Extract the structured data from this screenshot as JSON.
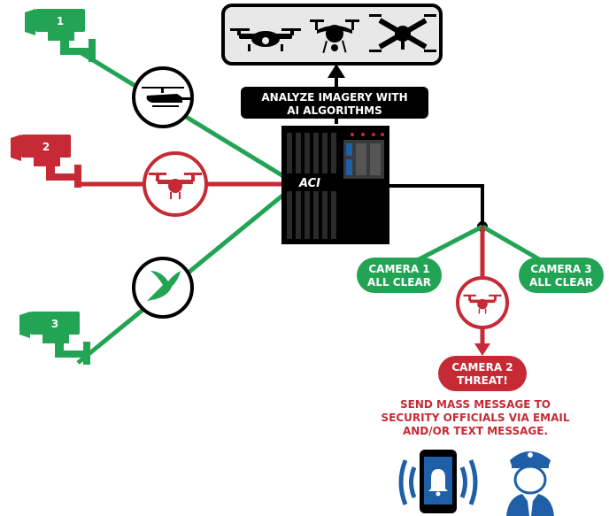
{
  "colors": {
    "green": "#22a454",
    "red": "#c52a35",
    "black": "#000000",
    "panel": "#e8e8e8",
    "server_accent": "#1e5fa8",
    "white": "#ffffff"
  },
  "cameras": [
    {
      "number": "1",
      "color": "green",
      "icon": "security-camera-icon",
      "detected": "helicopter-icon"
    },
    {
      "number": "2",
      "color": "red",
      "icon": "security-camera-icon",
      "detected": "drone-icon"
    },
    {
      "number": "3",
      "color": "green",
      "icon": "security-camera-icon",
      "detected": "bird-icon"
    }
  ],
  "drone_panel": {
    "icons": [
      "drone-icon",
      "drone-icon",
      "drone-icon"
    ]
  },
  "analyze_label": {
    "line1": "ANALYZE IMAGERY WITH",
    "line2": "AI ALGORITHMS"
  },
  "server": {
    "logo": "ACI"
  },
  "results": {
    "camera1": {
      "line1": "CAMERA 1",
      "line2": "ALL CLEAR"
    },
    "camera2": {
      "line1": "CAMERA 2",
      "line2": "THREAT!"
    },
    "camera3": {
      "line1": "CAMERA 3",
      "line2": "ALL CLEAR"
    }
  },
  "message": {
    "line1": "SEND MASS MESSAGE TO",
    "line2": "SECURITY OFFICIALS VIA EMAIL",
    "line3": "AND/OR TEXT MESSAGE."
  },
  "bottom_icons": [
    "phone-alert-icon",
    "security-officer-icon"
  ]
}
